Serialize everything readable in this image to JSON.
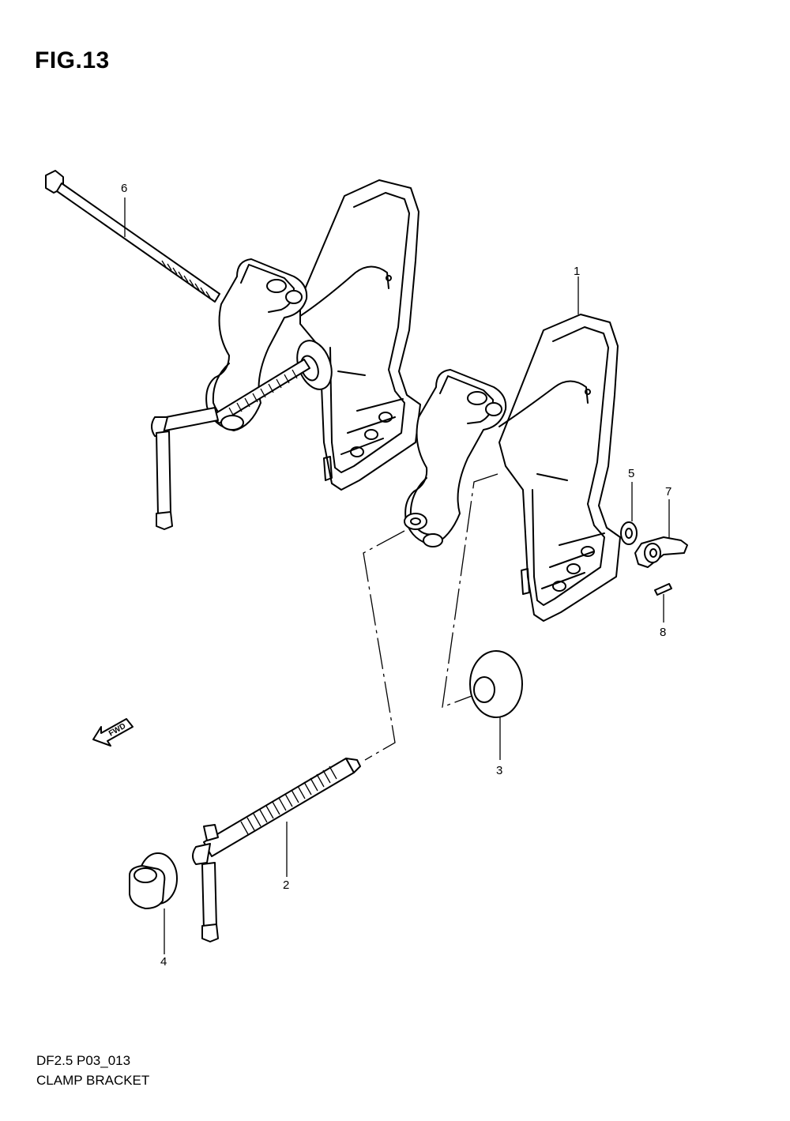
{
  "figure": {
    "title": "FIG.13",
    "code": "DF2.5 P03_013",
    "name": "CLAMP BRACKET"
  },
  "fwd_label": "FWD",
  "callouts": {
    "p1": "1",
    "p2": "2",
    "p3": "3",
    "p4": "4",
    "p5": "5",
    "p6": "6",
    "p7": "7",
    "p8": "8"
  }
}
